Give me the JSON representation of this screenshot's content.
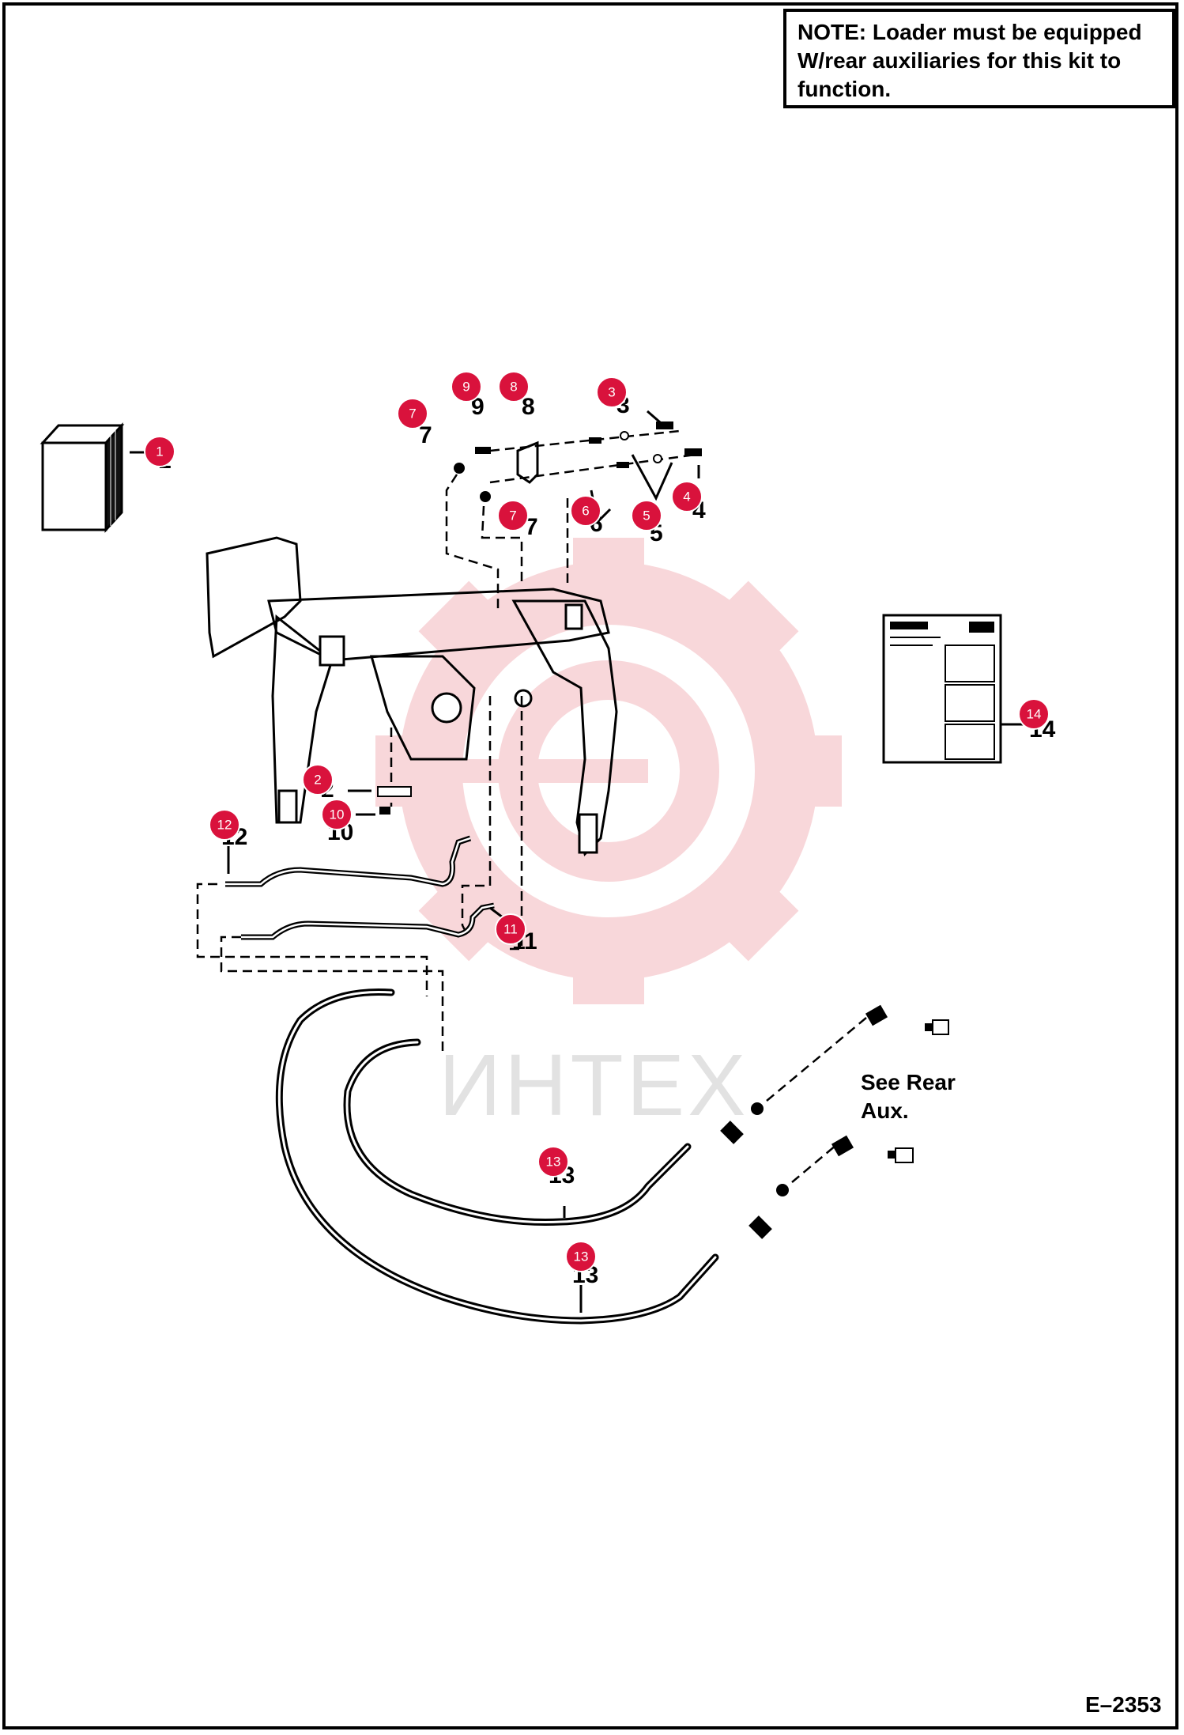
{
  "note": {
    "lines": [
      "NOTE: Loader must be equipped",
      "W/rear auxiliaries for this kit to",
      "function."
    ]
  },
  "callouts": [
    "1",
    "2",
    "3",
    "4",
    "5",
    "6",
    "7",
    "7",
    "8",
    "9",
    "10",
    "11",
    "12",
    "13",
    "13",
    "14"
  ],
  "part_numbers": [
    "1",
    "2",
    "3",
    "4",
    "5",
    "6",
    "7",
    "7",
    "8",
    "9",
    "10",
    "11",
    "12",
    "13",
    "13",
    "14"
  ],
  "see_rear_aux": [
    "See Rear",
    "Aux."
  ],
  "watermark": "ИНТЕХ",
  "figure_code": "E–2353",
  "colors": {
    "callout": "#d9123c",
    "watermark": "#f3b8bd"
  }
}
